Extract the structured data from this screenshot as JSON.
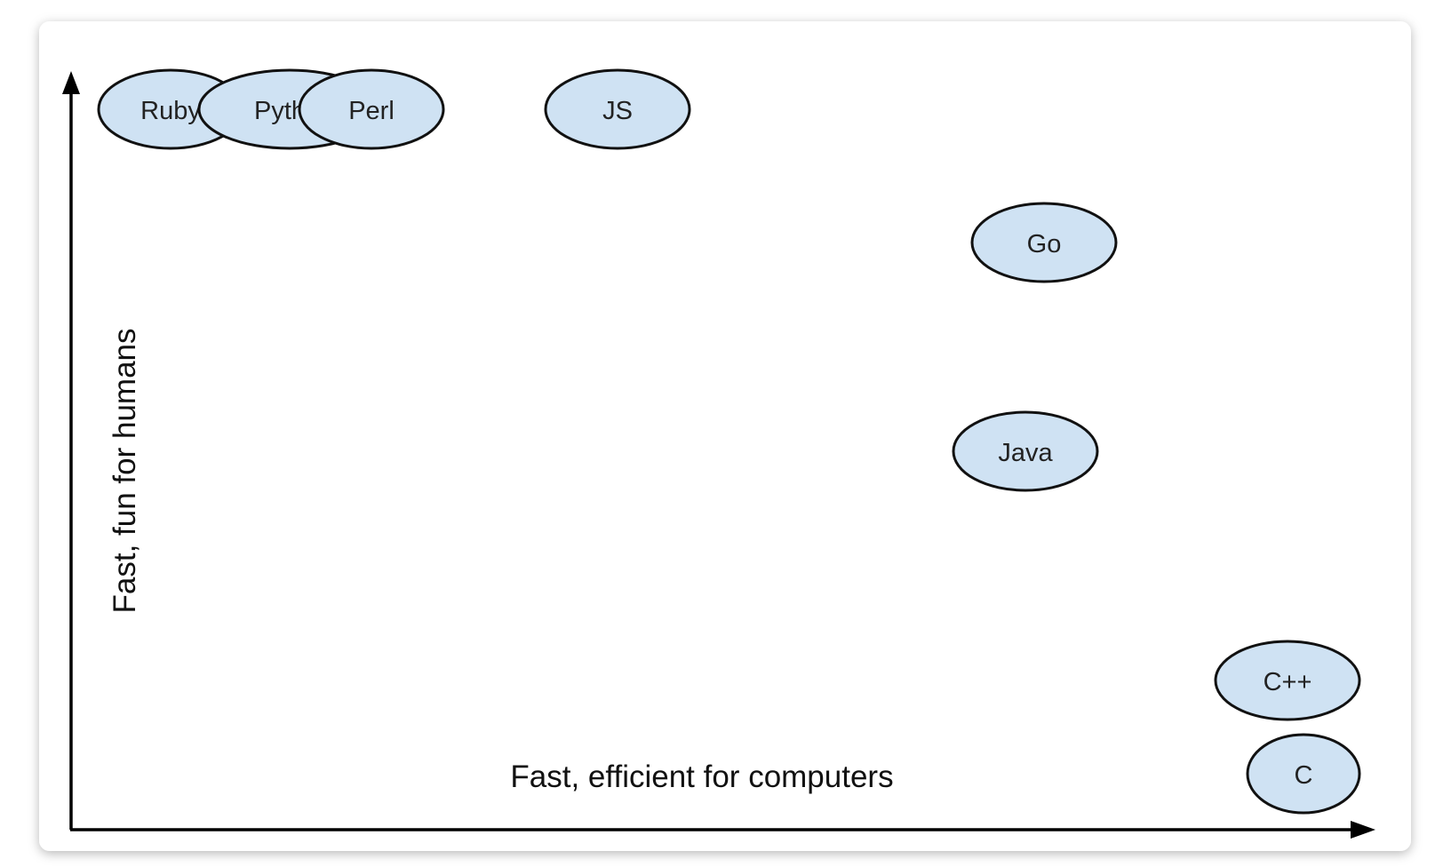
{
  "diagram": {
    "x_axis_label": "Fast, efficient for computers",
    "y_axis_label": "Fast, fun for humans",
    "bubble_fill": "#cfe2f3",
    "bubble_stroke": "#111111",
    "languages": [
      {
        "name": "Ruby",
        "label": "Ruby"
      },
      {
        "name": "Python",
        "label": "Pyth"
      },
      {
        "name": "Perl",
        "label": "Perl"
      },
      {
        "name": "JS",
        "label": "JS"
      },
      {
        "name": "Go",
        "label": "Go"
      },
      {
        "name": "Java",
        "label": "Java"
      },
      {
        "name": "C++",
        "label": "C++"
      },
      {
        "name": "C",
        "label": "C"
      }
    ]
  }
}
